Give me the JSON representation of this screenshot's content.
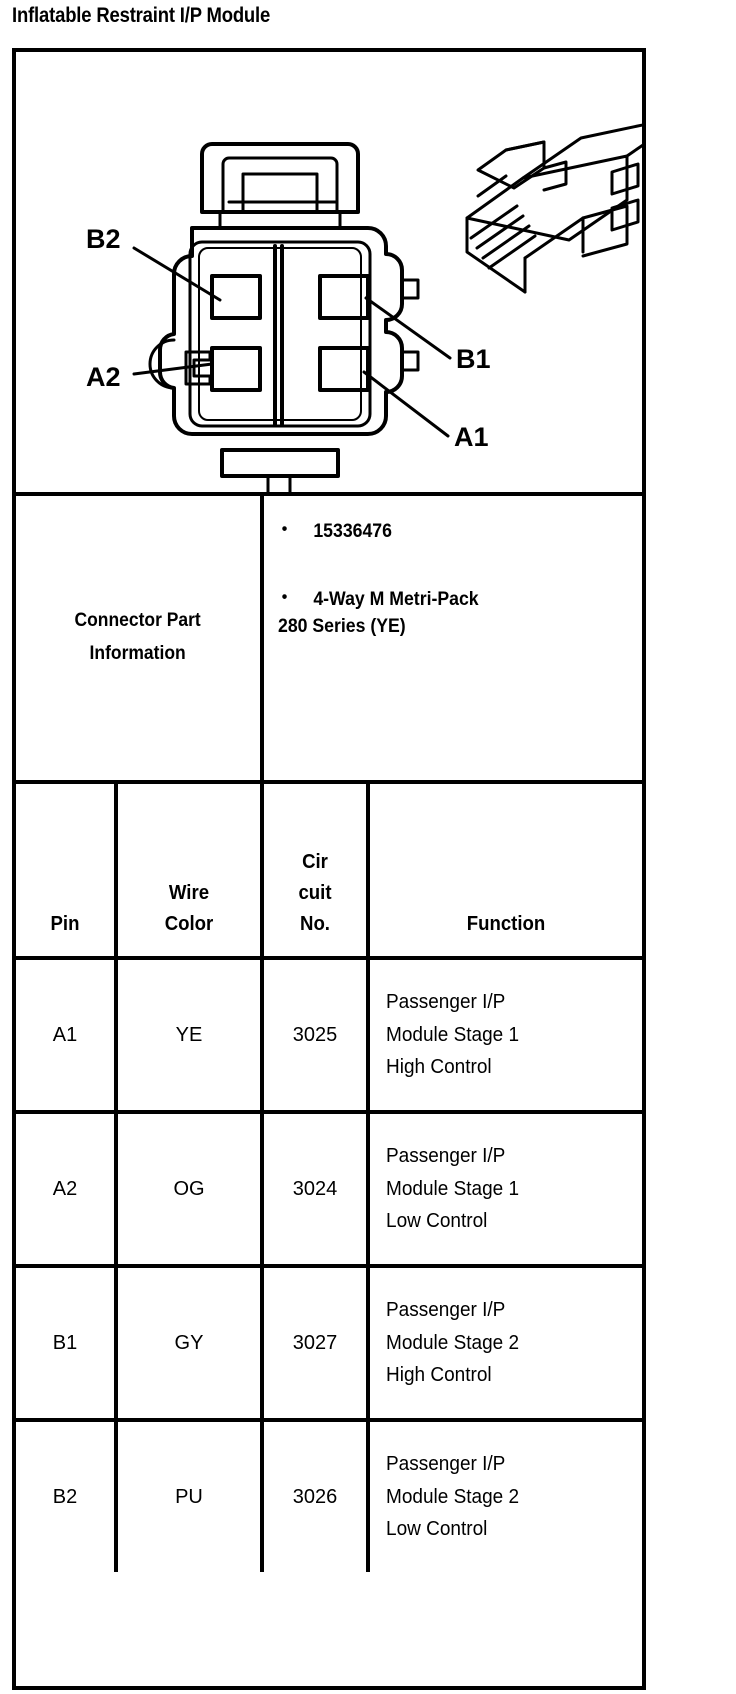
{
  "title": "Inflatable Restraint I/P Module",
  "diagram": {
    "name": "connector-end-view-diagram",
    "callouts": [
      {
        "id": "B2",
        "label": "B2"
      },
      {
        "id": "A2",
        "label": "A2"
      },
      {
        "id": "B1",
        "label": "B1"
      },
      {
        "id": "A1",
        "label": "A1"
      }
    ]
  },
  "connector_part_information": {
    "label_line1": "Connector Part",
    "label_line2": "Information",
    "items": [
      {
        "bullet": "•",
        "line1": "15336476",
        "line2": ""
      },
      {
        "bullet": "•",
        "line1": "4-Way M Metri-Pack",
        "line2": "280 Series (YE)"
      }
    ]
  },
  "pin_table": {
    "headers": {
      "pin": {
        "line1": "",
        "line2": "",
        "line3": "Pin"
      },
      "wire_color": {
        "line1": "",
        "line2": "Wire",
        "line3": "Color"
      },
      "circuit_no": {
        "line1": "Cir",
        "line2": "cuit",
        "line3": "No."
      },
      "function": {
        "line1": "",
        "line2": "",
        "line3": "Function"
      }
    },
    "rows": [
      {
        "pin": "A1",
        "wire_color": "YE",
        "circuit_no": "3025",
        "function_line1": "Passenger I/P",
        "function_line2": "Module Stage 1",
        "function_line3": "High Control"
      },
      {
        "pin": "A2",
        "wire_color": "OG",
        "circuit_no": "3024",
        "function_line1": "Passenger I/P",
        "function_line2": "Module Stage 1",
        "function_line3": "Low Control"
      },
      {
        "pin": "B1",
        "wire_color": "GY",
        "circuit_no": "3027",
        "function_line1": "Passenger I/P",
        "function_line2": "Module Stage 2",
        "function_line3": "High Control"
      },
      {
        "pin": "B2",
        "wire_color": "PU",
        "circuit_no": "3026",
        "function_line1": "Passenger I/P",
        "function_line2": "Module Stage 2",
        "function_line3": "Low Control"
      }
    ]
  }
}
